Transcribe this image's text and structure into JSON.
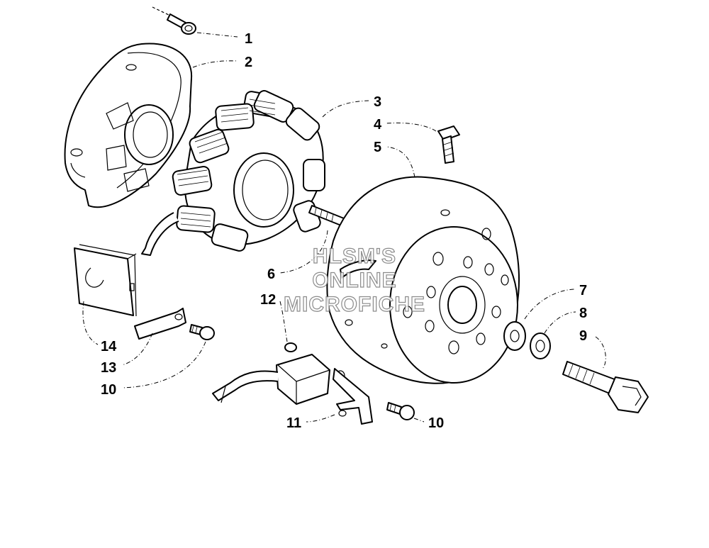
{
  "watermark": [
    "HLSM'S",
    "ONLINE",
    "MICROFICHE"
  ],
  "callouts": {
    "c1": "1",
    "c2": "2",
    "c3": "3",
    "c4": "4",
    "c5": "5",
    "c6": "6",
    "c7": "7",
    "c8": "8",
    "c9": "9",
    "c10a": "10",
    "c10b": "10",
    "c11": "11",
    "c12": "12",
    "c13": "13",
    "c14": "14"
  }
}
